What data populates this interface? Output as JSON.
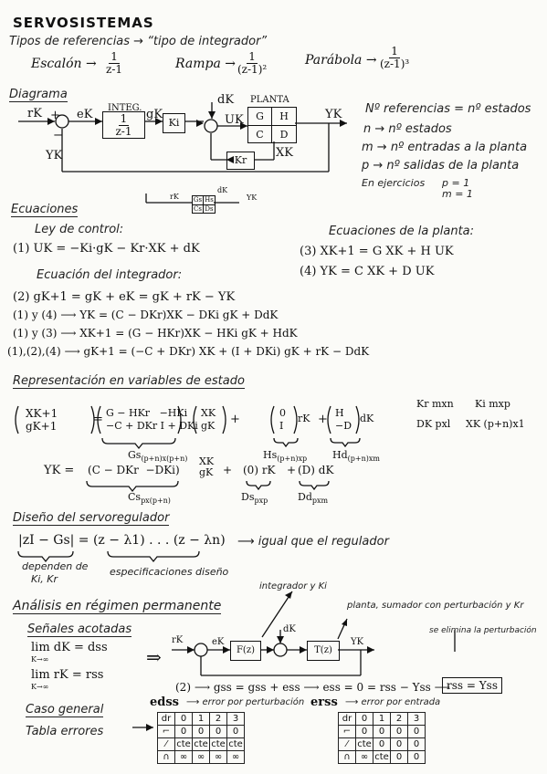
{
  "title": "SERVOSISTEMAS",
  "s1": {
    "bullet": "Tipos de referencias → “tipo de integrador”",
    "escalon": "Escalón →",
    "rampa": "Rampa →",
    "parabola": "Parábola →",
    "f1n": "1",
    "f1d": "z-1",
    "f2n": "1",
    "f2d": "(z-1)²",
    "f3n": "1",
    "f3d": "(z-1)³"
  },
  "s2": {
    "heading": "Diagrama",
    "labels": {
      "rk": "rK",
      "plus": "+",
      "minus": "−",
      "ek": "eK",
      "integ": "INTEG.",
      "integ_n": "1",
      "integ_d": "z-1",
      "gk": "gK",
      "ki": "Ki",
      "dk": "dK",
      "uk": "UK",
      "planta": "PLANTA",
      "G": "G",
      "H": "H",
      "C": "C",
      "D": "D",
      "kr": "Kr",
      "xk": "XK",
      "yk": "YK",
      "yk_fb": "YK"
    },
    "notes": [
      "Nº referencias = nº estados",
      "n → nº estados",
      "m → nº entradas a la planta",
      "p → nº salidas de la planta",
      "En ejercicios",
      "p = 1",
      "m = 1"
    ],
    "mini": {
      "rk": "rK",
      "yk": "YK",
      "dk": "dK",
      "gs": "Gs",
      "hs": "Hs",
      "cs": "Cs",
      "ds": "Ds"
    }
  },
  "s3": {
    "heading": "Ecuaciones",
    "ley": "Ley de control:",
    "eq1": "(1)  UK = −Ki·gK − Kr·XK + dK",
    "planta": "Ecuaciones de la planta:",
    "eq3": "(3) XK+1 = G XK + H UK",
    "eq4": "(4) YK = C XK + D UK",
    "integ": "Ecuación del integrador:",
    "eq2": "(2)  gK+1 = gK + eK = gK + rK − YK",
    "eqa": "(1) y (4) ⟶  YK = (C − DKr)XK − DKi gK + DdK",
    "eqb": "(1) y (3) ⟶  XK+1 = (G − HKr)XK − HKi gK + HdK",
    "eqc": "(1),(2),(4) ⟶  gK+1 = (−C + DKr) XK + (I + DKi) gK + rK − DdK"
  },
  "s4": {
    "heading": "Representación en variables de estado",
    "lhs1": "XK+1",
    "lhs2": "gK+1",
    "m11": "G − HKr",
    "m12": "−HKi",
    "m21": "−C + DKr",
    "m22": "I + DKi",
    "v1": "XK",
    "v2": "gK",
    "b1": "0",
    "b2": "I",
    "rk": "rK",
    "c1": "H",
    "c2": "−D",
    "dk": "dK",
    "gs": "Gs",
    "gs_dim": "(p+n)x(p+n)",
    "hs": "Hs",
    "hs_dim": "(p+n)xp",
    "hd": "Hd",
    "hd_dim": "(p+n)xm",
    "dims": [
      "Kr mxn",
      "Ki mxp",
      "DK pxl",
      "XK (p+n)x1"
    ],
    "yk": "YK =",
    "cm1": "C − DKr",
    "cm2": "−DKi",
    "cv1": "XK",
    "cv2": "gK",
    "z": "(0) rK",
    "d": "(D) dK",
    "cs": "Cs",
    "cs_dim": "px(p+n)",
    "ds": "Ds",
    "ds_dim": "pxp",
    "dd": "Dd",
    "dd_dim": "pxm"
  },
  "s5": {
    "heading": "Diseño del servoregulador",
    "eq": "|zI − Gs| = (z − λ1) . . . (z − λn)",
    "arrow": "⟶ igual que el regulador",
    "n1": "dependen de",
    "n2": "Ki, Kr",
    "n3": "especificaciones diseño"
  },
  "s6": {
    "heading": "Análisis en régimen permanente",
    "integ_note": "integrador y Ki",
    "planta_note": "planta, sumador con perturbación y Kr",
    "elim": "se elimina la perturbación",
    "sub": "Señales acotadas",
    "lim1": "lim dK = dss",
    "lim1s": "K→∞",
    "lim2": "lim rK = rss",
    "lim2s": "K→∞",
    "imp": "⇒",
    "bd": {
      "rk": "rK",
      "ek": "eK",
      "dk": "dK",
      "fz": "F(z)",
      "tz": "T(z)",
      "yk": "YK"
    },
    "eq2": "(2) ⟶ gss = gss + ess ⟶ ess = 0 = rss − Yss ⟶",
    "boxed": "rss = Yss",
    "caso": "Caso general",
    "tabla": "Tabla errores",
    "edss": "edss",
    "edss_note": "⟶ error por perturbación",
    "erss": "erss",
    "erss_note": "⟶ error por entrada",
    "t1_head": [
      "dr",
      "0",
      "1",
      "2",
      "3"
    ],
    "t1_rows": [
      [
        "⌐",
        "0",
        "0",
        "0",
        "0"
      ],
      [
        "⁄",
        "cte",
        "cte",
        "cte",
        "cte"
      ],
      [
        "∩",
        "∞",
        "∞",
        "∞",
        "∞"
      ]
    ],
    "t2_head": [
      "dr",
      "0",
      "1",
      "2",
      "3"
    ],
    "t2_rows": [
      [
        "⌐",
        "0",
        "0",
        "0",
        "0"
      ],
      [
        "⁄",
        "cte",
        "0",
        "0",
        "0"
      ],
      [
        "∩",
        "∞",
        "cte",
        "0",
        "0"
      ]
    ]
  }
}
